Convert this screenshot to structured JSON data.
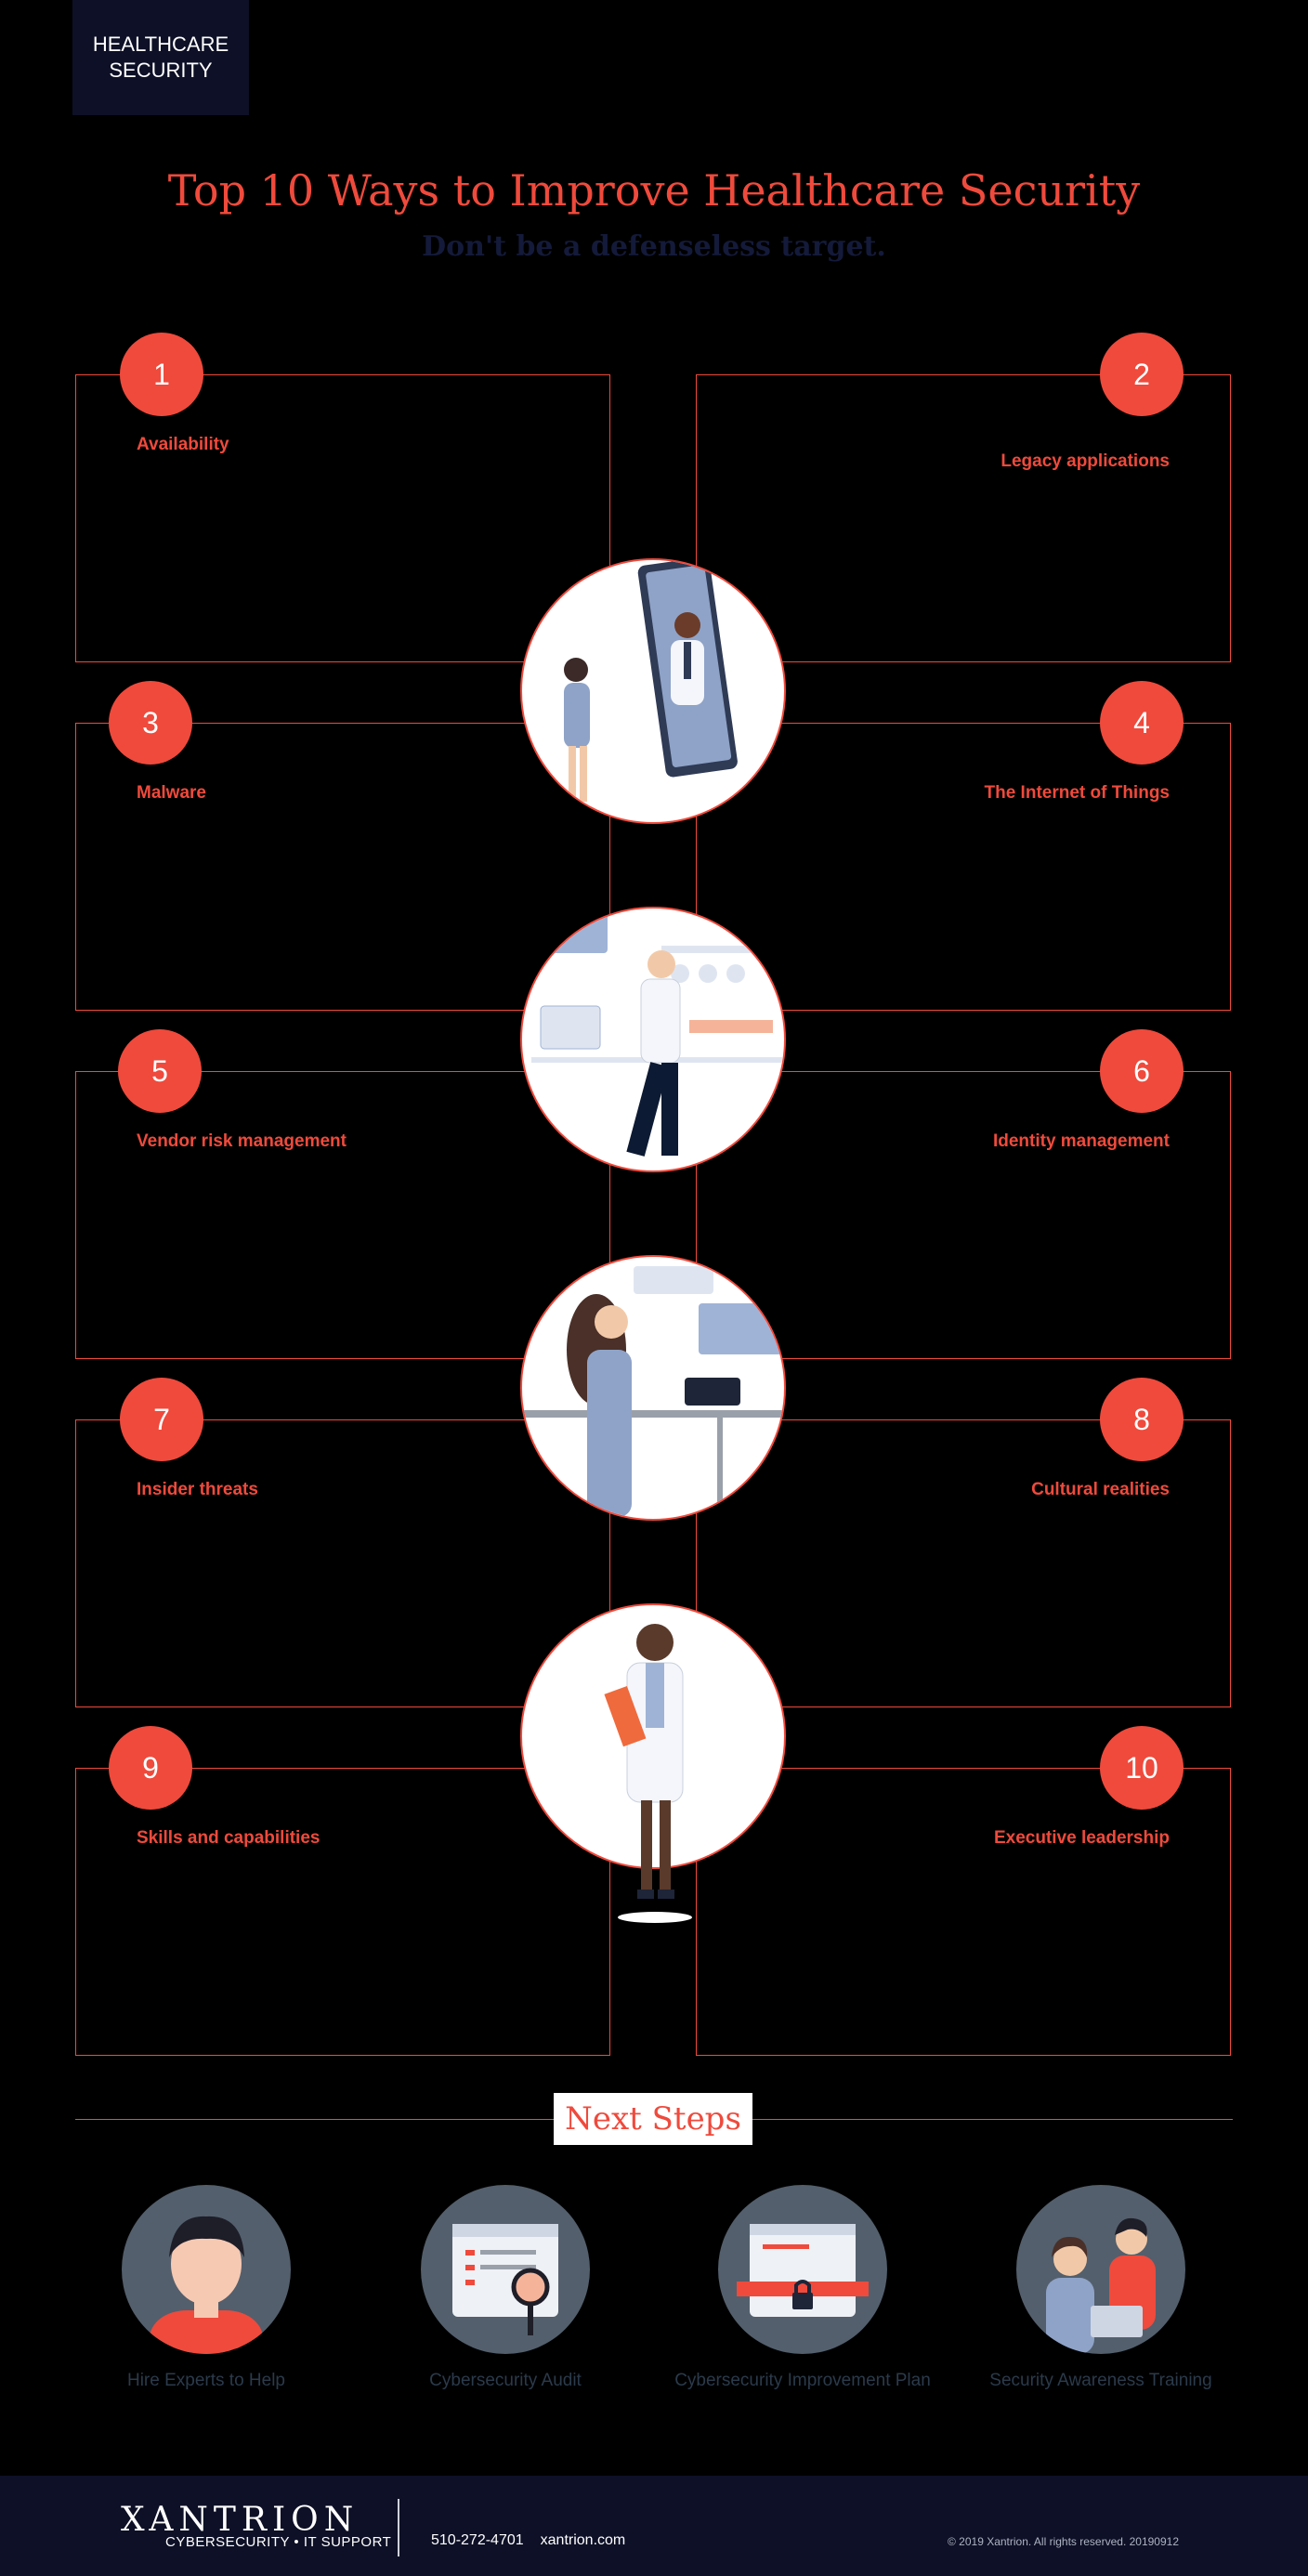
{
  "badge": {
    "line1": "HEALTHCARE",
    "line2": "SECURITY"
  },
  "title": "Top 10 Ways to Improve Healthcare Security",
  "subtitle": "Don't be a defenseless target.",
  "items": [
    {
      "number": "1",
      "label": "Availability"
    },
    {
      "number": "2",
      "label": "Legacy applications"
    },
    {
      "number": "3",
      "label": "Malware"
    },
    {
      "number": "4",
      "label": "The Internet of Things"
    },
    {
      "number": "5",
      "label": "Vendor risk management"
    },
    {
      "number": "6",
      "label": "Identity management"
    },
    {
      "number": "7",
      "label": "Insider threats"
    },
    {
      "number": "8",
      "label": "Cultural realities"
    },
    {
      "number": "9",
      "label": "Skills and capabilities"
    },
    {
      "number": "10",
      "label": "Executive leadership"
    }
  ],
  "next_steps": {
    "title": "Next Steps",
    "steps": [
      {
        "label": "Hire Experts to Help",
        "icon": "person-icon"
      },
      {
        "label": "Cybersecurity Audit",
        "icon": "audit-magnifier-icon"
      },
      {
        "label": "Cybersecurity Improvement Plan",
        "icon": "plan-lock-icon"
      },
      {
        "label": "Security Awareness Training",
        "icon": "training-people-icon"
      }
    ]
  },
  "footer": {
    "logo": "XANTRION",
    "tagline": "CYBERSECURITY • IT SUPPORT",
    "phone": "510-272-4701",
    "website": "xantrion.com",
    "copyright": "© 2019 Xantrion. All rights reserved. 20190912"
  },
  "colors": {
    "accent": "#ef4a3c",
    "navy": "#0d1026",
    "background": "#000000"
  }
}
